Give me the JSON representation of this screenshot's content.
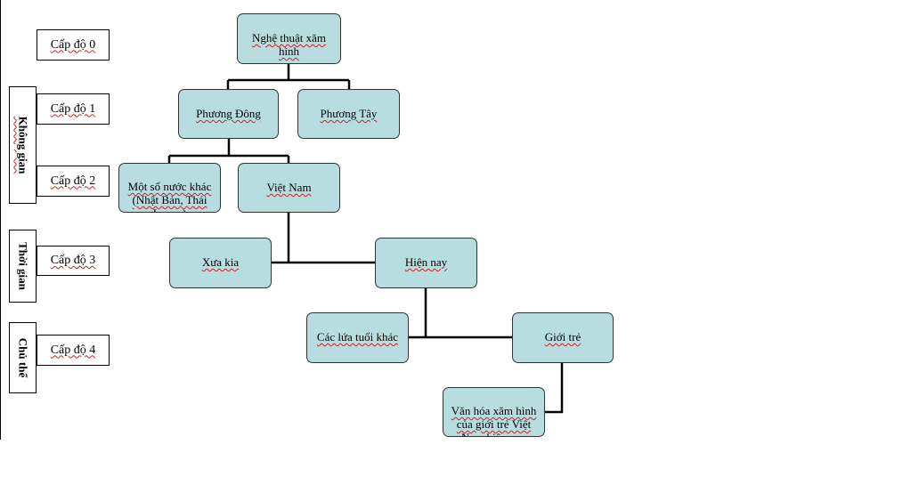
{
  "levels": {
    "level_0": "Cấp độ 0",
    "level_1": "Cấp độ 1",
    "level_2": "Cấp độ 2",
    "level_3": "Cấp độ 3",
    "level_4": "Cấp độ 4"
  },
  "dimensions": {
    "space": "Không gian",
    "time": "Thời gian",
    "subject": "Chủ thể"
  },
  "nodes": {
    "root": "Nghệ thuật xăm\nhình",
    "east": "Phương Đông",
    "west": "Phương Tây",
    "other_countries": "Một số nước khác\n(Nhật Bản, Thái\nLan…)",
    "vietnam": "Việt Nam",
    "past": "Xưa kia",
    "present": "Hiện nay",
    "other_ages": "Các lứa tuổi khác",
    "youth": "Giới trẻ",
    "result": "Văn hóa xăm hình\ncủa giới trẻ Việt\nNam hiện nay"
  },
  "colors": {
    "node_fill": "#b8dde0",
    "node_border": "#333333",
    "line": "#000000"
  }
}
